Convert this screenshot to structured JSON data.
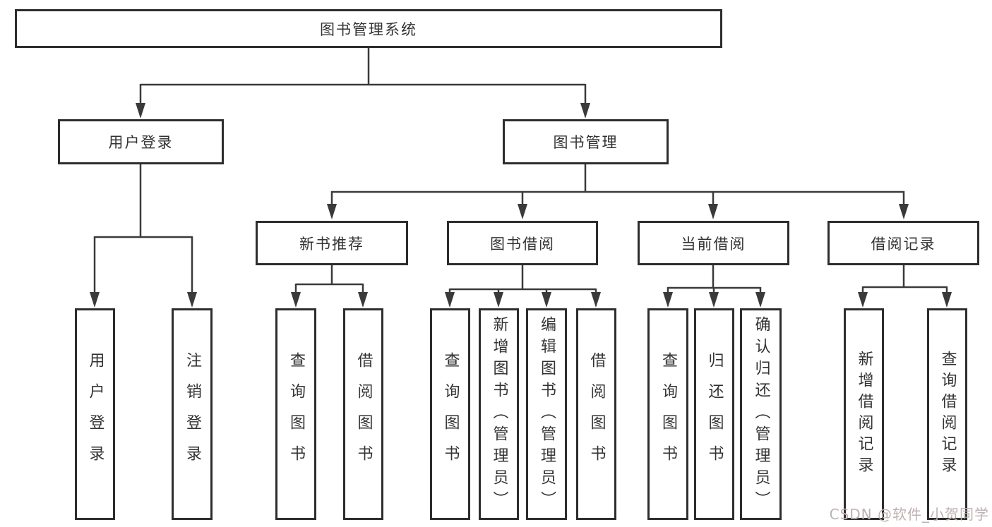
{
  "tree": {
    "label": "图书管理系统",
    "children": [
      {
        "label": "用户登录",
        "children": [
          {
            "label": "用户登录"
          },
          {
            "label": "注销登录"
          }
        ]
      },
      {
        "label": "图书管理",
        "children": [
          {
            "label": "新书推荐",
            "children": [
              {
                "label": "查询图书"
              },
              {
                "label": "借阅图书"
              }
            ]
          },
          {
            "label": "图书借阅",
            "children": [
              {
                "label": "查询图书"
              },
              {
                "label": "新增图书（管理员）"
              },
              {
                "label": "编辑图书（管理员）"
              },
              {
                "label": "借阅图书"
              }
            ]
          },
          {
            "label": "当前借阅",
            "children": [
              {
                "label": "查询图书"
              },
              {
                "label": "归还图书"
              },
              {
                "label": "确认归还（管理员）"
              }
            ]
          },
          {
            "label": "借阅记录",
            "children": [
              {
                "label": "新增借阅记录"
              },
              {
                "label": "查询借阅记录"
              }
            ]
          }
        ]
      }
    ]
  },
  "watermark": {
    "text": "CSDN @软件_小贺同学"
  },
  "colors": {
    "line": "#3a3a3a",
    "box_border": "#2d2d2d",
    "text": "#333333",
    "watermark": "#bfb0b0",
    "background": "#ffffff"
  }
}
